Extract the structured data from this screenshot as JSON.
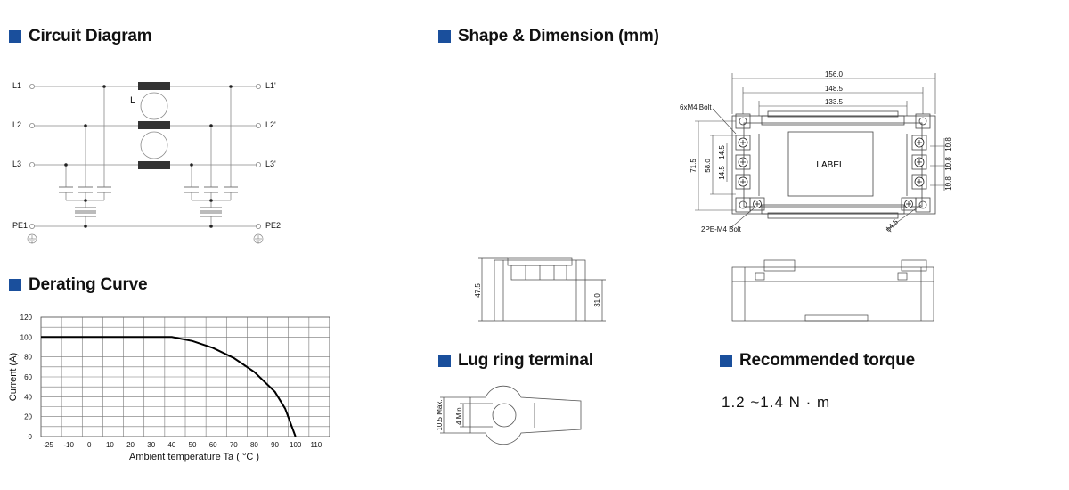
{
  "sections": {
    "circuit": "Circuit Diagram",
    "derating": "Derating Curve",
    "shape": "Shape & Dimension (mm)",
    "lug": "Lug ring terminal",
    "torque": "Recommended torque"
  },
  "circuit_labels": {
    "l1": "L1",
    "l2": "L2",
    "l3": "L3",
    "l1p": "L1'",
    "l2p": "L2'",
    "l3p": "L3'",
    "pe1": "PE1",
    "pe2": "PE2",
    "inductor": "L"
  },
  "chart_data": {
    "type": "line",
    "xlabel": "Ambient temperature Ta ( °C )",
    "ylabel": "Current (A)",
    "x_ticks": [
      -25,
      -10,
      0,
      10,
      20,
      30,
      40,
      50,
      60,
      70,
      80,
      90,
      100,
      110
    ],
    "y_ticks": [
      0,
      20,
      40,
      60,
      80,
      100,
      120
    ],
    "xlim": [
      -25,
      110
    ],
    "ylim": [
      0,
      120
    ],
    "grid": true,
    "series": [
      {
        "x": [
          -25,
          40,
          50,
          60,
          70,
          80,
          90,
          95,
          100
        ],
        "y": [
          100,
          100,
          96,
          89,
          79,
          65,
          45,
          28,
          0
        ]
      }
    ]
  },
  "dimensions": {
    "overall_length": "156.0",
    "mount_pitch": "148.5",
    "inner_length": "133.5",
    "overall_width": "71.5",
    "mount_width": "58.0",
    "pitch_a": "14.5",
    "pitch_b": "14.5",
    "terminal_pitch_1": "10.8",
    "terminal_pitch_2": "10.8",
    "terminal_pitch_3": "10.8",
    "hole_dia": "ϕ4.5",
    "height_total": "47.5",
    "height_body": "31.0",
    "bolt_label_1": "6xM4 Bolt",
    "bolt_label_2": "2PE-M4 Bolt",
    "label_text": "LABEL"
  },
  "lug": {
    "max_width": "10.5 Max.",
    "min_hole": "4 Min."
  },
  "torque": {
    "value": "1.2 ~1.4 N · m"
  }
}
